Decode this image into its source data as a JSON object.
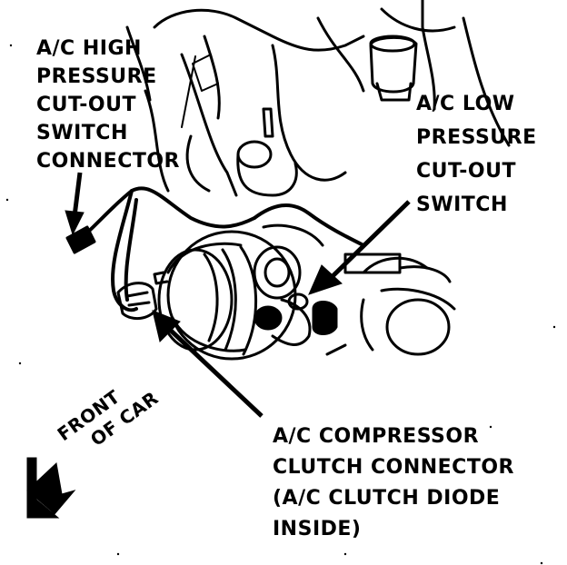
{
  "labels": {
    "high_pressure": [
      "A/C HIGH",
      "PRESSURE",
      "CUT-OUT",
      "SWITCH",
      "CONNECTOR"
    ],
    "low_pressure": [
      "A/C LOW",
      "PRESSURE",
      "CUT-OUT",
      "SWITCH"
    ],
    "compressor_clutch": [
      "A/C COMPRESSOR",
      "CLUTCH CONNECTOR",
      "(A/C CLUTCH DIODE",
      "INSIDE)"
    ],
    "front_of_car": [
      "FRONT",
      "OF CAR"
    ]
  },
  "colors": {
    "ink": "#000000",
    "paper": "#ffffff"
  }
}
